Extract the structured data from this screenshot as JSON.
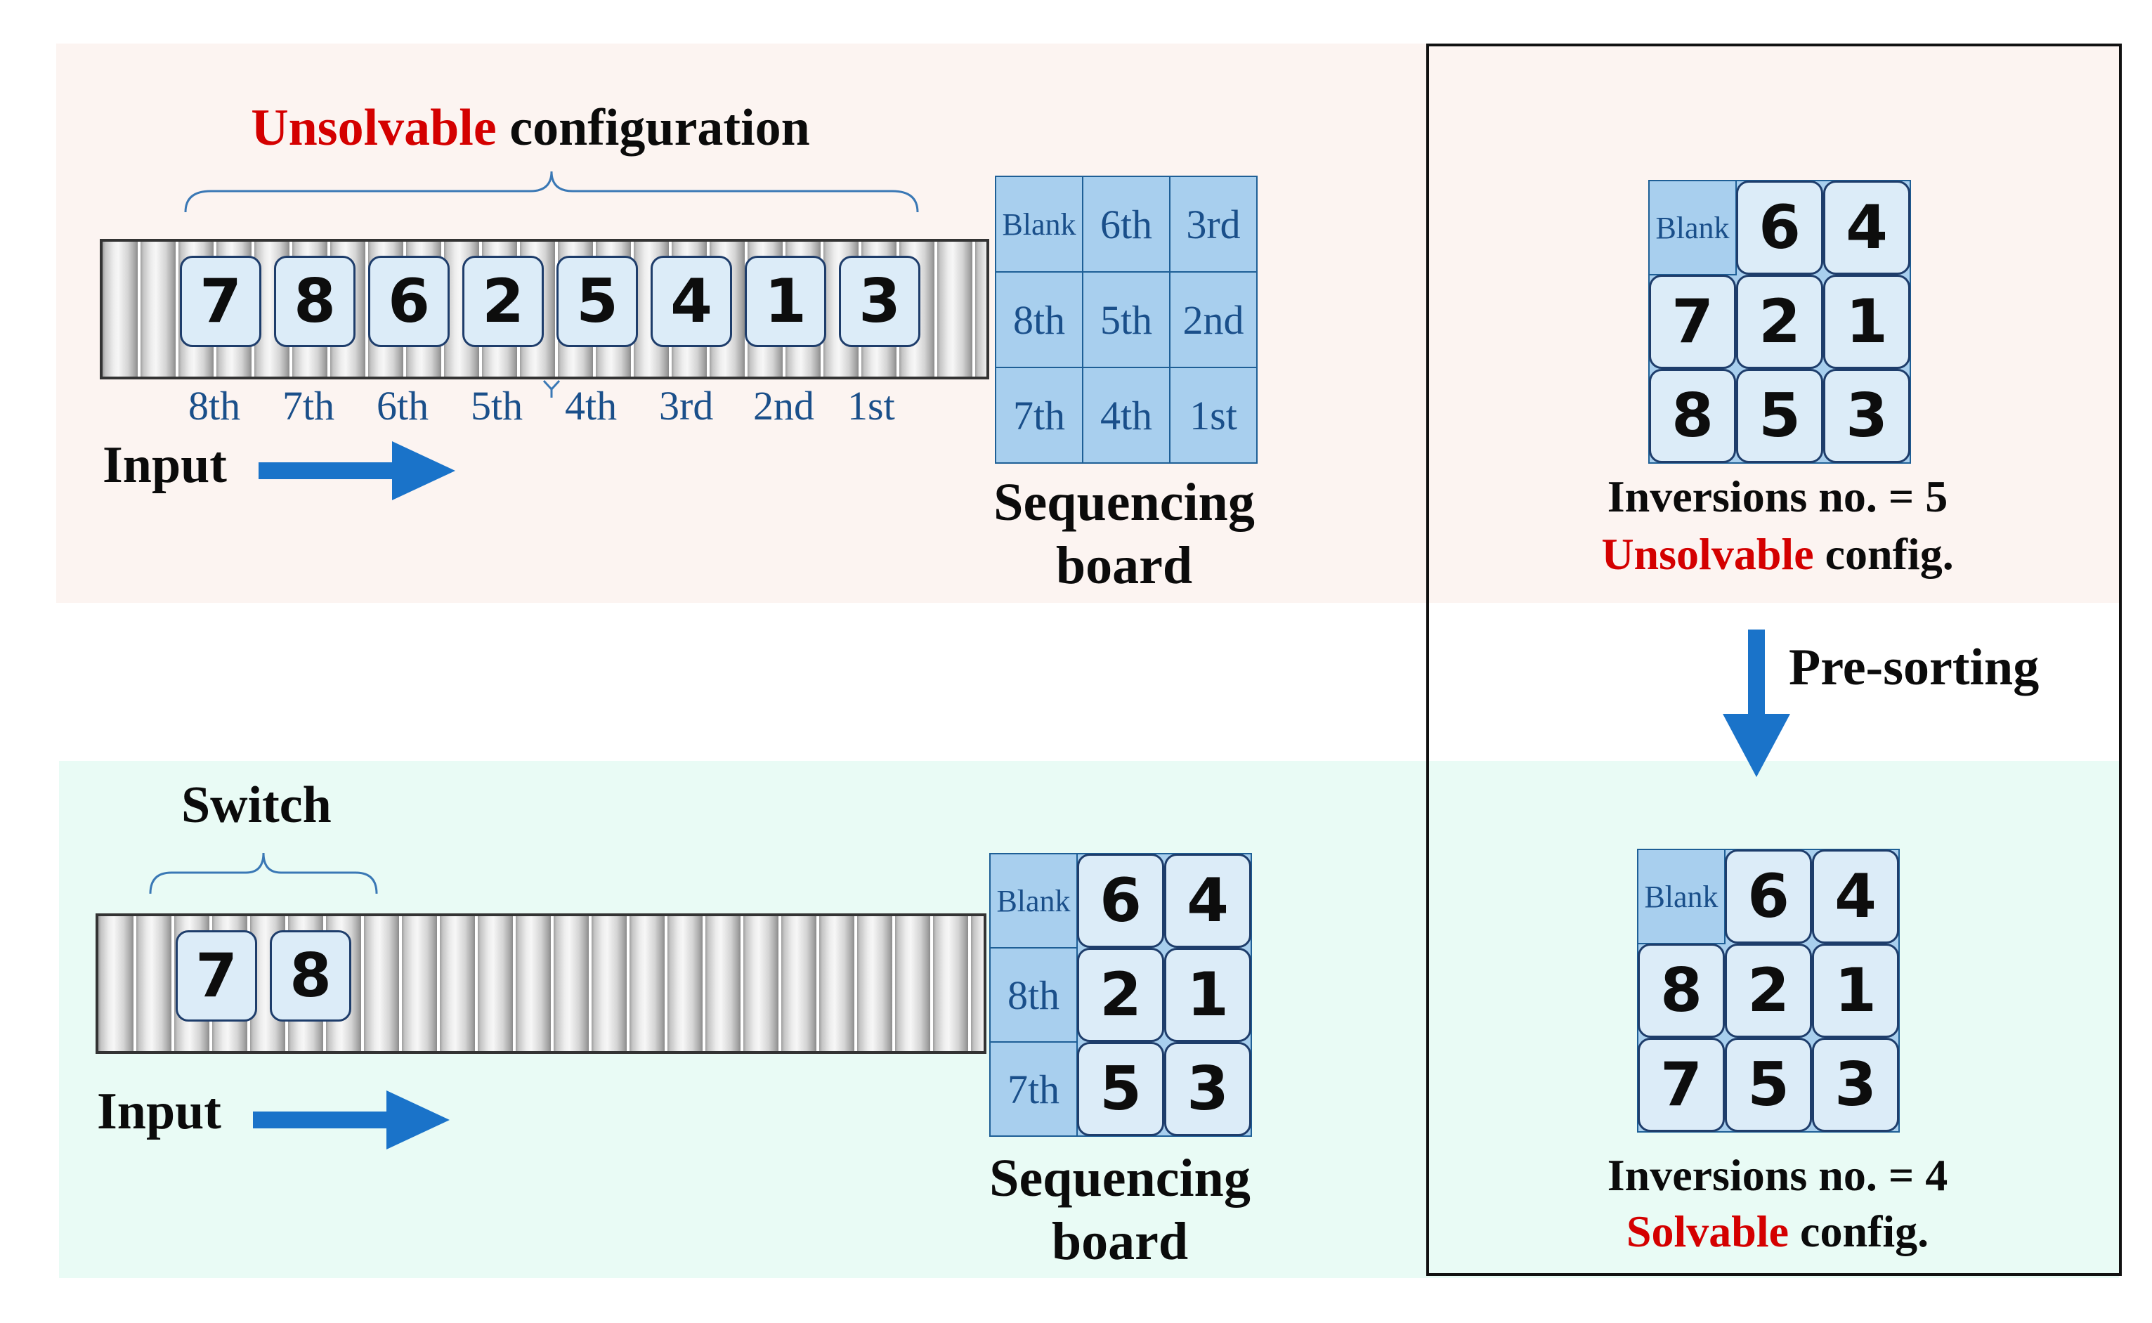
{
  "top": {
    "title_red": "Unsolvable",
    "title_rest": " configuration",
    "tiles": [
      "7",
      "8",
      "6",
      "2",
      "5",
      "4",
      "1",
      "3"
    ],
    "positions": [
      "8th",
      "7th",
      "6th",
      "5th",
      "4th",
      "3rd",
      "2nd",
      "1st"
    ],
    "input_label": "Input",
    "board": [
      "Blank",
      "6th",
      "3rd",
      "8th",
      "5th",
      "2nd",
      "7th",
      "4th",
      "1st"
    ],
    "board_label_line1": "Sequencing",
    "board_label_line2": "board"
  },
  "bottom": {
    "switch_label": "Switch",
    "tiles": [
      "7",
      "8"
    ],
    "input_label": "Input",
    "board": [
      {
        "text": "Blank",
        "kind": "label"
      },
      {
        "text": "6",
        "kind": "tile"
      },
      {
        "text": "4",
        "kind": "tile"
      },
      {
        "text": "8th",
        "kind": "label"
      },
      {
        "text": "2",
        "kind": "tile"
      },
      {
        "text": "1",
        "kind": "tile"
      },
      {
        "text": "7th",
        "kind": "label"
      },
      {
        "text": "5",
        "kind": "tile"
      },
      {
        "text": "3",
        "kind": "tile"
      }
    ],
    "board_label_line1": "Sequencing",
    "board_label_line2": "board"
  },
  "right": {
    "top_grid": [
      {
        "text": "Blank",
        "kind": "label"
      },
      {
        "text": "6",
        "kind": "tile"
      },
      {
        "text": "4",
        "kind": "tile"
      },
      {
        "text": "7",
        "kind": "tile"
      },
      {
        "text": "2",
        "kind": "tile"
      },
      {
        "text": "1",
        "kind": "tile"
      },
      {
        "text": "8",
        "kind": "tile"
      },
      {
        "text": "5",
        "kind": "tile"
      },
      {
        "text": "3",
        "kind": "tile"
      }
    ],
    "top_inversions": "Inversions no. = 5",
    "top_status_red": "Unsolvable",
    "top_status_rest": " config.",
    "arrow_label": "Pre-sorting",
    "bottom_grid": [
      {
        "text": "Blank",
        "kind": "label"
      },
      {
        "text": "6",
        "kind": "tile"
      },
      {
        "text": "4",
        "kind": "tile"
      },
      {
        "text": "8",
        "kind": "tile"
      },
      {
        "text": "2",
        "kind": "tile"
      },
      {
        "text": "1",
        "kind": "tile"
      },
      {
        "text": "7",
        "kind": "tile"
      },
      {
        "text": "5",
        "kind": "tile"
      },
      {
        "text": "3",
        "kind": "tile"
      }
    ],
    "bottom_inversions": "Inversions no. = 4",
    "bottom_status_red": "Solvable",
    "bottom_status_rest": " config."
  },
  "colors": {
    "accent_red": "#d40000",
    "arrow_blue": "#1a73c9",
    "cell_blue": "#a8cfee",
    "tile_fill": "#dcecf8"
  }
}
